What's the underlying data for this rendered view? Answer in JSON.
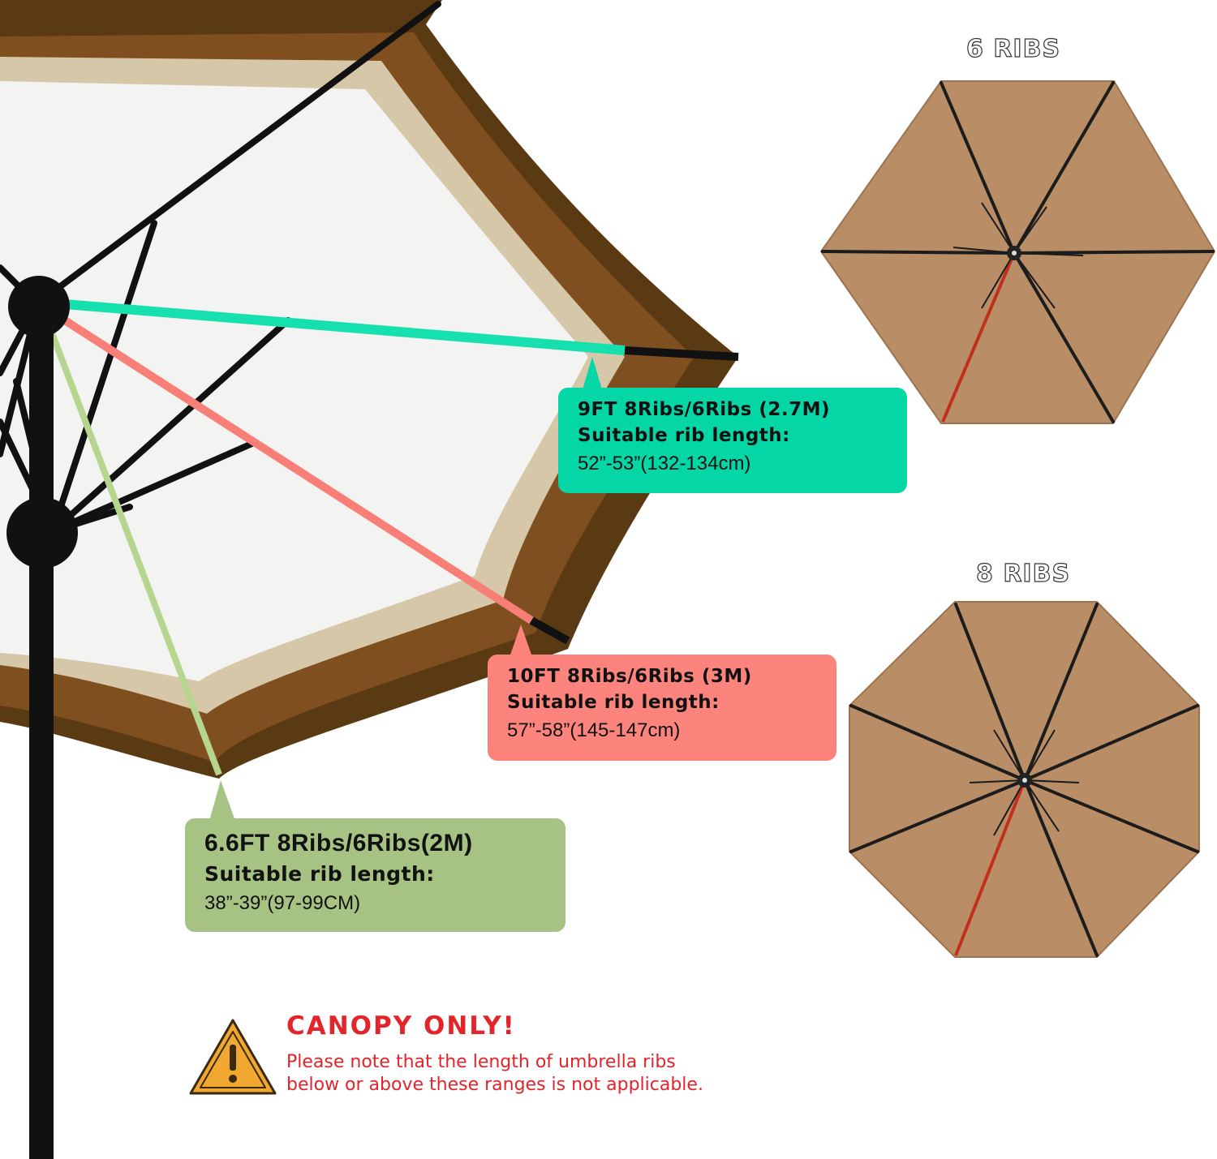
{
  "callouts": {
    "nine_ft": {
      "size": "9FT",
      "ribs": "8Ribs/6Ribs",
      "metric": "(2.7M)",
      "label": "Suitable rib length:",
      "range": "52”-53”(132-134cm)",
      "color": "#05d6a6"
    },
    "ten_ft": {
      "size": "10FT",
      "ribs": "8Ribs/6Ribs",
      "metric": "(3M)",
      "label": "Suitable rib length:",
      "range": "57”-58”(145-147cm)",
      "color": "#fd847c"
    },
    "six_six_ft": {
      "size": "6.6FT",
      "ribs": "8Ribs/6Ribs(2M)",
      "label": "Suitable rib length:",
      "range": "38”-39”(97-99CM)",
      "color": "#a7c384"
    }
  },
  "diagrams": {
    "six_ribs": {
      "title": "6 RIBS"
    },
    "eight_ribs": {
      "title": "8 RIBS"
    }
  },
  "warning": {
    "title": "CANOPY ONLY!",
    "line1": "Please note that the length of umbrella ribs",
    "line2": "below or above these ranges is not applicable.",
    "icon": "warning-triangle-icon",
    "color": "#e3242b"
  },
  "colors": {
    "canopy_dark": "#5a3a12",
    "canopy_mid": "#7f4f1f",
    "canopy_light": "#d6c7a8",
    "canopy_inner": "#f3f3f2",
    "tan": "#b98e67"
  }
}
